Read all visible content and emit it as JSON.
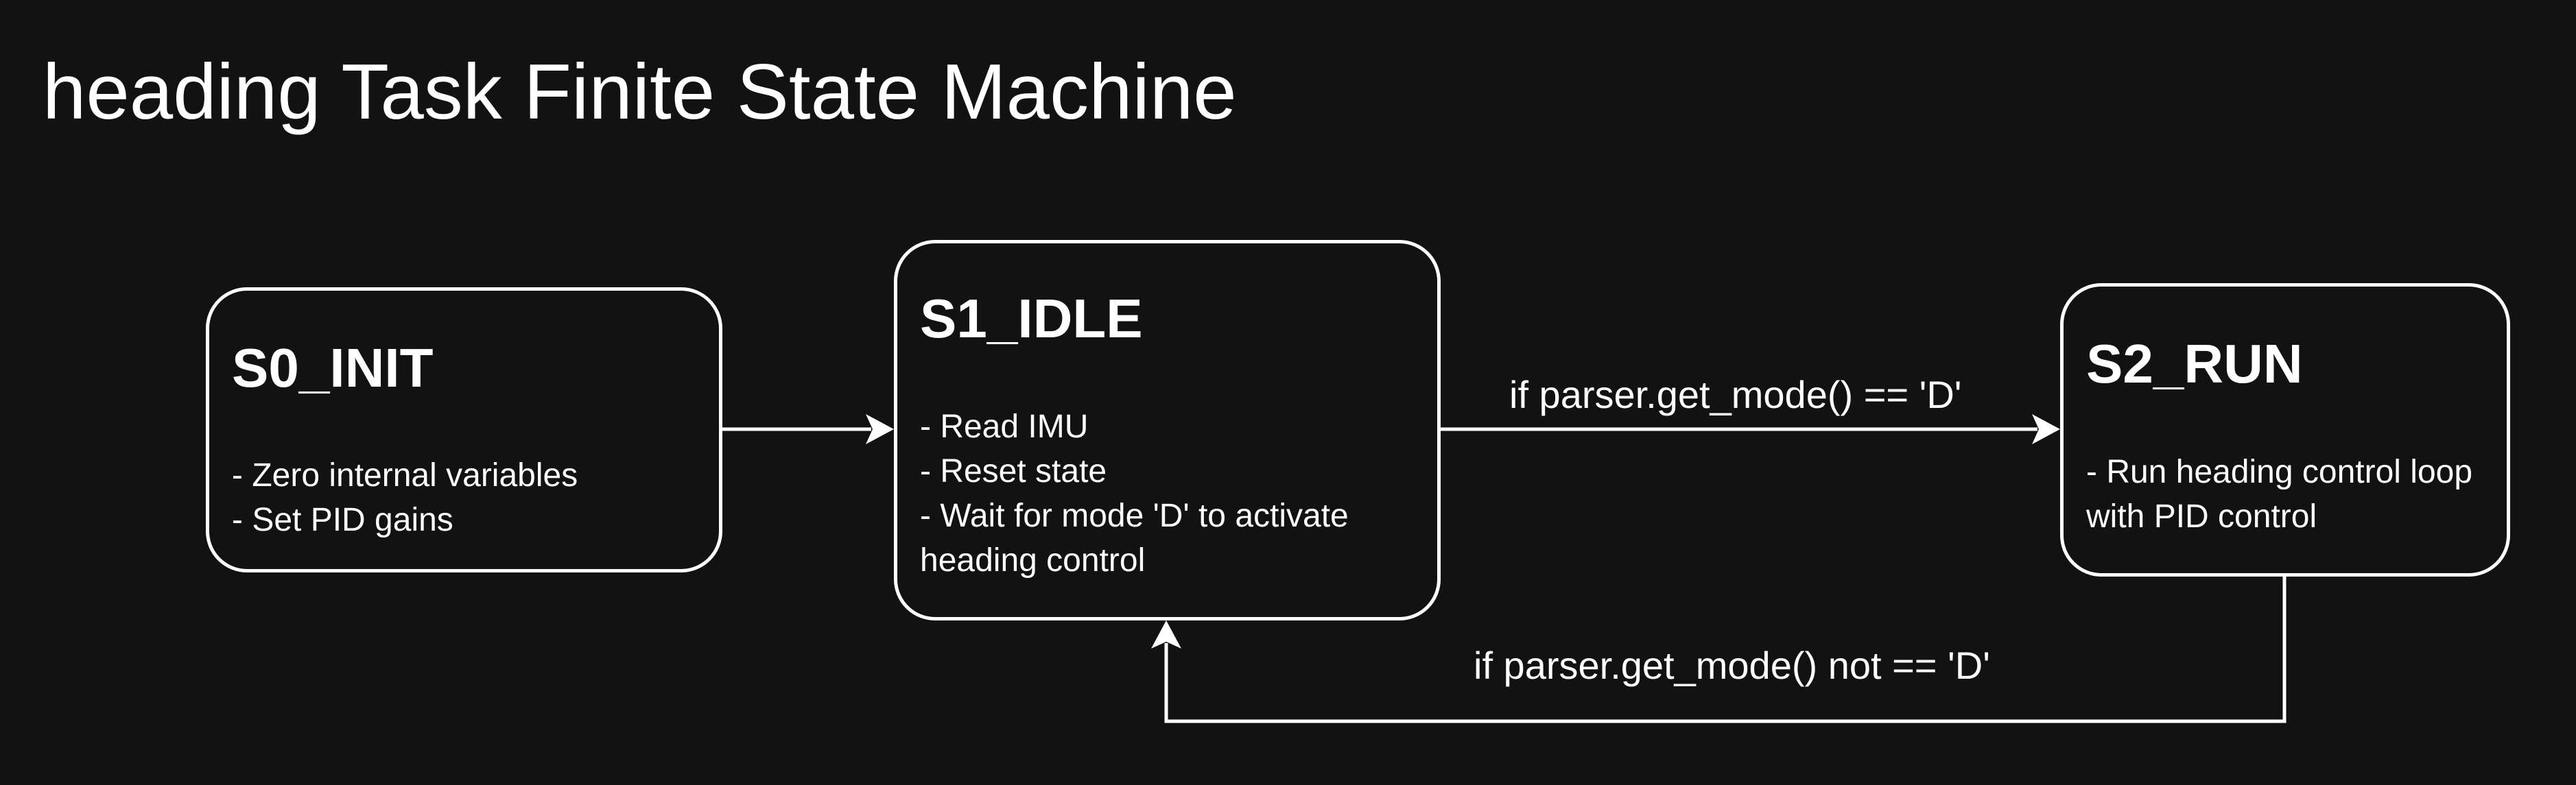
{
  "title": "heading Task Finite State Machine",
  "states": [
    {
      "id": "s0",
      "name": "S0_INIT",
      "actions": [
        "- Zero internal variables",
        "- Set PID gains"
      ]
    },
    {
      "id": "s1",
      "name": "S1_IDLE",
      "actions": [
        "- Read IMU",
        "- Reset state",
        "- Wait for mode 'D' to activate",
        "heading control"
      ]
    },
    {
      "id": "s2",
      "name": "S2_RUN",
      "actions": [
        "- Run heading control loop",
        "with PID control"
      ]
    }
  ],
  "transitions": [
    {
      "from": "S0_INIT",
      "to": "S1_IDLE",
      "label": ""
    },
    {
      "from": "S1_IDLE",
      "to": "S2_RUN",
      "label": "if parser.get_mode() == 'D'"
    },
    {
      "from": "S2_RUN",
      "to": "S1_IDLE",
      "label": "if parser.get_mode() not == 'D'"
    }
  ],
  "colors": {
    "background": "#121212",
    "foreground": "#ffffff"
  }
}
